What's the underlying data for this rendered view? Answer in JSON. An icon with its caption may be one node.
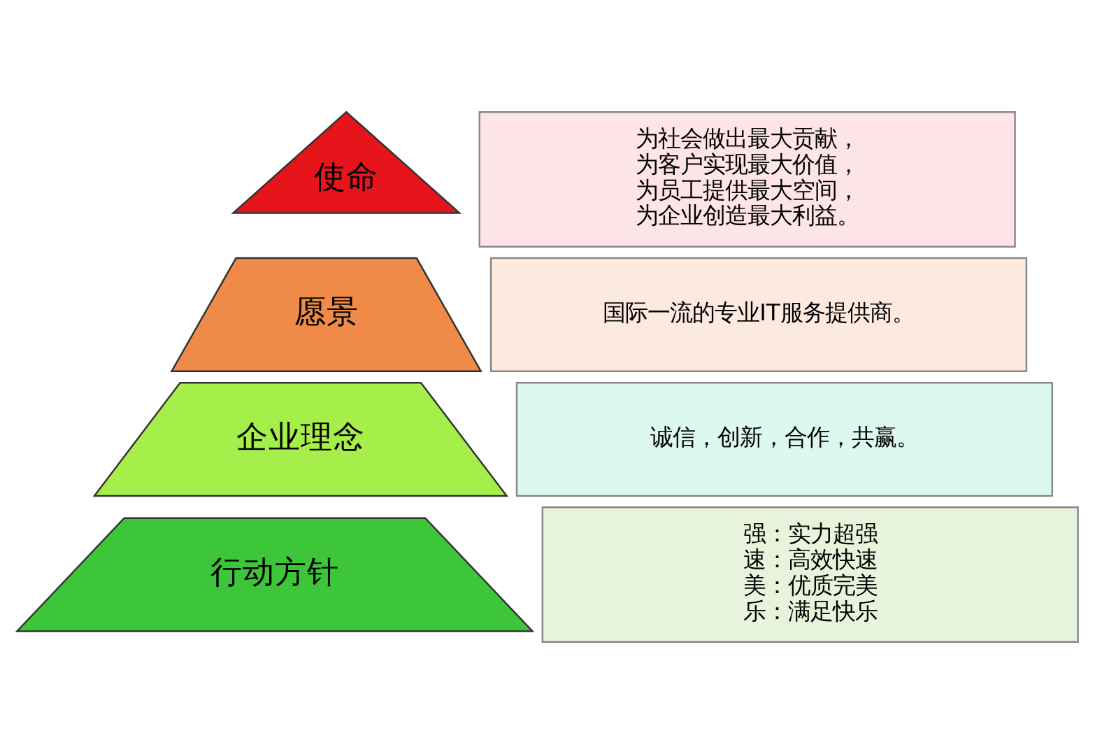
{
  "diagram": {
    "nodes": [
      {
        "text": [
          "使命"
        ]
      },
      {
        "text": [
          "为社会做出最大贡献，为客户实现最大价值，为员工提供最大空间，为企业创造最大利益。"
        ]
      },
      {
        "text": [
          "愿景"
        ]
      },
      {
        "text": [
          "国际一流的专业IT服务提供商。"
        ]
      },
      {
        "text": [
          "企业理念"
        ]
      },
      {
        "text": [
          "诚信，创新，合作，共赢。"
        ]
      },
      {
        "text": [
          "行动方针"
        ]
      },
      {
        "text": [
          "强：实力超强",
          "速：高效快速",
          "美：优质完美",
          "乐：满足快乐"
        ]
      }
    ],
    "edges": []
  }
}
